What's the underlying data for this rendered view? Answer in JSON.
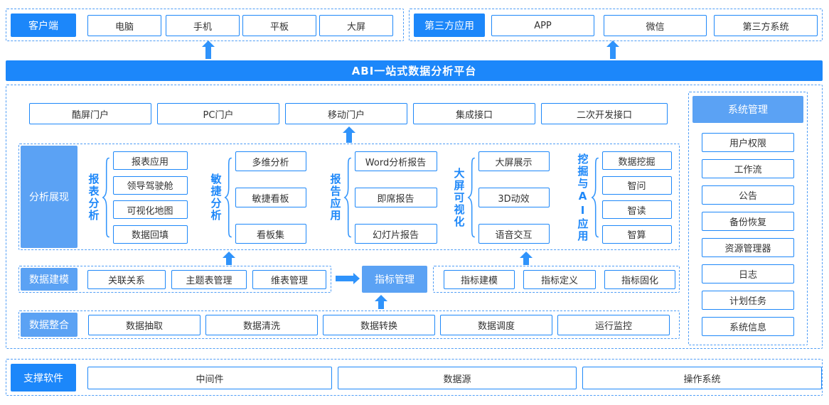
{
  "colors": {
    "primary": "#1c87fa",
    "secondary": "#5ba2f4",
    "border": "#1e88f9"
  },
  "top": {
    "client": {
      "label": "客户端",
      "items": [
        "电脑",
        "手机",
        "平板",
        "大屏"
      ]
    },
    "third_party": {
      "label": "第三方应用",
      "items": [
        "APP",
        "微信",
        "第三方系统"
      ]
    }
  },
  "platform_title": "ABI一站式数据分析平台",
  "portals": [
    "酷屏门户",
    "PC门户",
    "移动门户",
    "集成接口",
    "二次开发接口"
  ],
  "analysis": {
    "label": "分析展现",
    "groups": [
      {
        "name": "报表分析",
        "items": [
          "报表应用",
          "领导驾驶舱",
          "可视化地图",
          "数据回填"
        ]
      },
      {
        "name": "敏捷分析",
        "items": [
          "多维分析",
          "敏捷看板",
          "看板集"
        ]
      },
      {
        "name": "报告应用",
        "items": [
          "Word分析报告",
          "即席报告",
          "幻灯片报告"
        ]
      },
      {
        "name": "大屏可视化",
        "items": [
          "大屏展示",
          "3D动效",
          "语音交互"
        ]
      },
      {
        "name": "挖掘与AI应用",
        "items": [
          "数据挖掘",
          "智问",
          "智读",
          "智算"
        ]
      }
    ]
  },
  "modeling": {
    "label": "数据建模",
    "items": [
      "关联关系",
      "主题表管理",
      "维表管理"
    ],
    "indicator": {
      "label": "指标管理",
      "items": [
        "指标建模",
        "指标定义",
        "指标固化"
      ]
    }
  },
  "integration": {
    "label": "数据整合",
    "items": [
      "数据抽取",
      "数据清洗",
      "数据转换",
      "数据调度",
      "运行监控"
    ]
  },
  "system": {
    "label": "系统管理",
    "items": [
      "用户权限",
      "工作流",
      "公告",
      "备份恢复",
      "资源管理器",
      "日志",
      "计划任务",
      "系统信息"
    ]
  },
  "support": {
    "label": "支撑软件",
    "items": [
      "中间件",
      "数据源",
      "操作系统"
    ]
  }
}
